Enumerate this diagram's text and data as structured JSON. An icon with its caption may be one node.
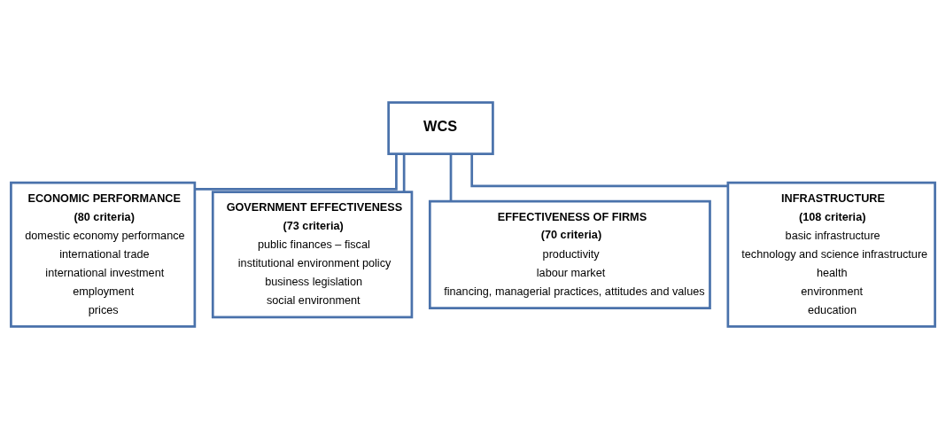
{
  "diagram": {
    "nodes": [
      {
        "text": [
          "WCS"
        ]
      },
      {
        "text": [
          "ECONOMIC PERFORMANCE",
          "(80 criteria)",
          "domestic economy performance",
          "international trade",
          "international investment",
          "employment",
          "prices"
        ]
      },
      {
        "text": [
          "GOVERNMENT EFFECTIVENESS",
          "(73 criteria)",
          "public finances – fiscal",
          "institutional environment policy",
          "business legislation",
          "social environment"
        ]
      },
      {
        "text": [
          "EFFECTIVENESS OF FIRMS",
          "(70 criteria)",
          "productivity",
          "labour market",
          "financing, managerial practices, attitudes and values"
        ]
      },
      {
        "text": [
          "INFRASTRUCTURE",
          "(108 criteria)",
          "basic infrastructure",
          "technology and science infrastructure",
          "health",
          "environment",
          "education"
        ]
      }
    ],
    "edges": [
      {
        "from": 0,
        "to": 1,
        "arrow": "none"
      },
      {
        "from": 0,
        "to": 2,
        "arrow": "none"
      },
      {
        "from": 0,
        "to": 3,
        "arrow": "none"
      },
      {
        "from": 0,
        "to": 4,
        "arrow": "none"
      }
    ]
  }
}
